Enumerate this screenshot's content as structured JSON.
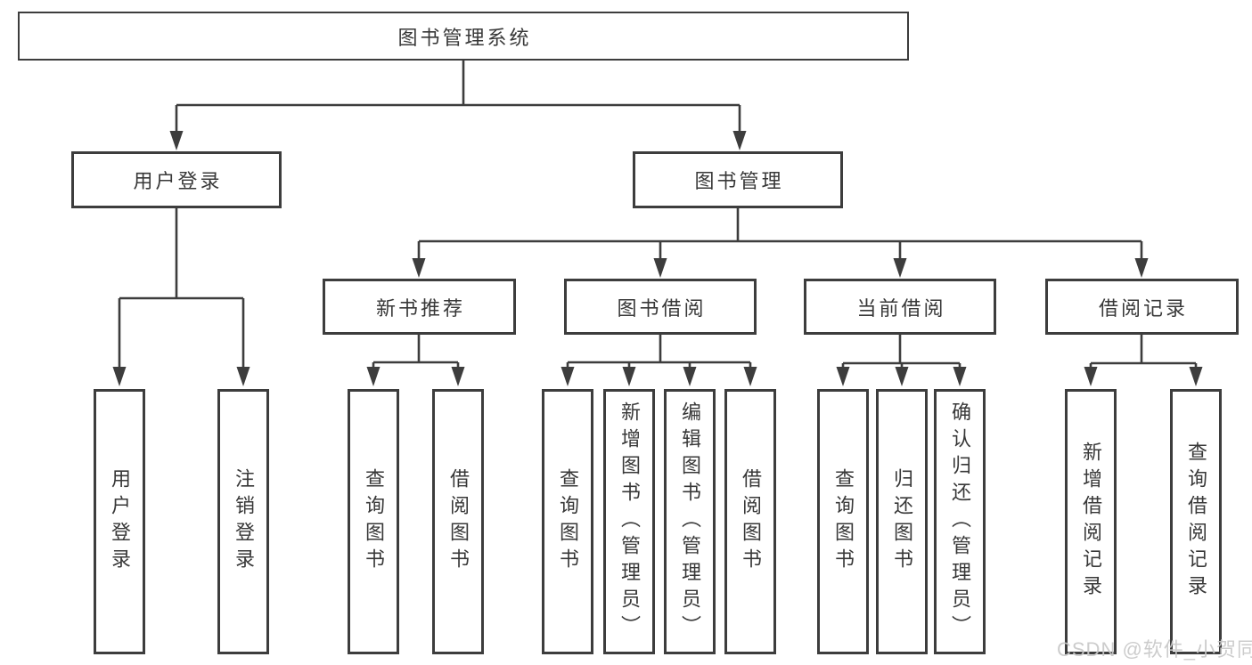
{
  "diagram": {
    "type": "hierarchy-tree",
    "nodes": {
      "root": {
        "label": "图书管理系统"
      },
      "user_login": {
        "label": "用户登录"
      },
      "book_mgmt": {
        "label": "图书管理"
      },
      "new_book": {
        "label": "新书推荐"
      },
      "borrow": {
        "label": "图书借阅"
      },
      "current": {
        "label": "当前借阅"
      },
      "records": {
        "label": "借阅记录"
      },
      "leaf_user_login": {
        "label": "用户登录"
      },
      "leaf_logout": {
        "label": "注销登录"
      },
      "nb_query": {
        "label": "查询图书"
      },
      "nb_borrow": {
        "label": "借阅图书"
      },
      "bb_query": {
        "label": "查询图书"
      },
      "bb_add": {
        "label": "新增图书（管理员）"
      },
      "bb_edit": {
        "label": "编辑图书（管理员）"
      },
      "bb_borrow": {
        "label": "借阅图书"
      },
      "cb_query": {
        "label": "查询图书"
      },
      "cb_return": {
        "label": "归还图书"
      },
      "cb_confirm": {
        "label": "确认归还（管理员）"
      },
      "br_add": {
        "label": "新增借阅记录"
      },
      "br_query": {
        "label": "查询借阅记录"
      }
    },
    "edges": [
      "root -> user_login",
      "root -> book_mgmt",
      "user_login -> leaf_user_login",
      "user_login -> leaf_logout",
      "book_mgmt -> new_book",
      "book_mgmt -> borrow",
      "book_mgmt -> current",
      "book_mgmt -> records",
      "new_book -> nb_query",
      "new_book -> nb_borrow",
      "borrow -> bb_query",
      "borrow -> bb_add",
      "borrow -> bb_edit",
      "borrow -> bb_borrow",
      "current -> cb_query",
      "current -> cb_return",
      "current -> cb_confirm",
      "records -> br_add",
      "records -> br_query"
    ],
    "watermark": "CSDN @软件_小贺同学"
  },
  "colors": {
    "line": "#3d3d3d",
    "text": "#383838",
    "watermark": "#c8c8c8",
    "bg": "#ffffff"
  }
}
